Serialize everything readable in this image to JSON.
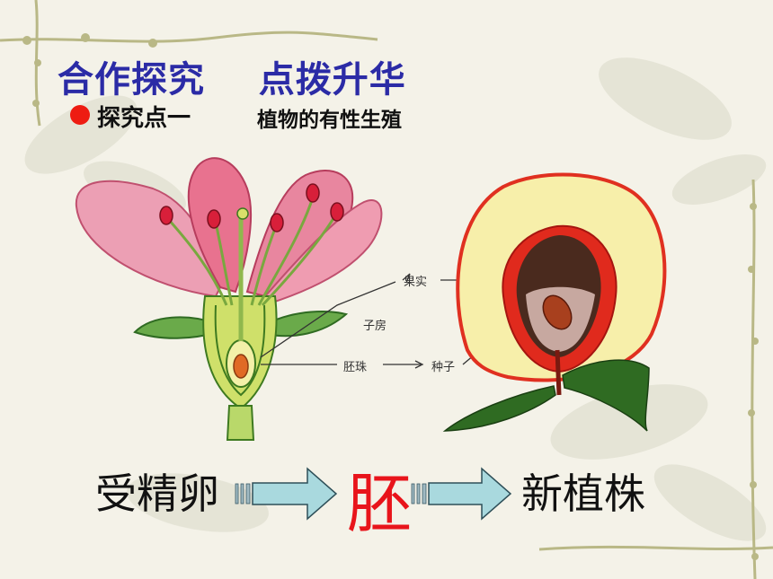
{
  "slide": {
    "title": "合作探究    点拨升华",
    "subtitle_main": "探究点一",
    "subtitle_topic": "植物的有性生殖",
    "colors": {
      "title": "#2b2ba6",
      "bullet": "#ee1c12",
      "highlight": "#e8141b"
    }
  },
  "diagram": {
    "labels": {
      "fruit": "果实",
      "ovary": "子房",
      "ovule": "胚珠",
      "seed": "种子"
    }
  },
  "flow": {
    "step1": "受精卵",
    "step2": "胚",
    "step3": "新植株"
  }
}
